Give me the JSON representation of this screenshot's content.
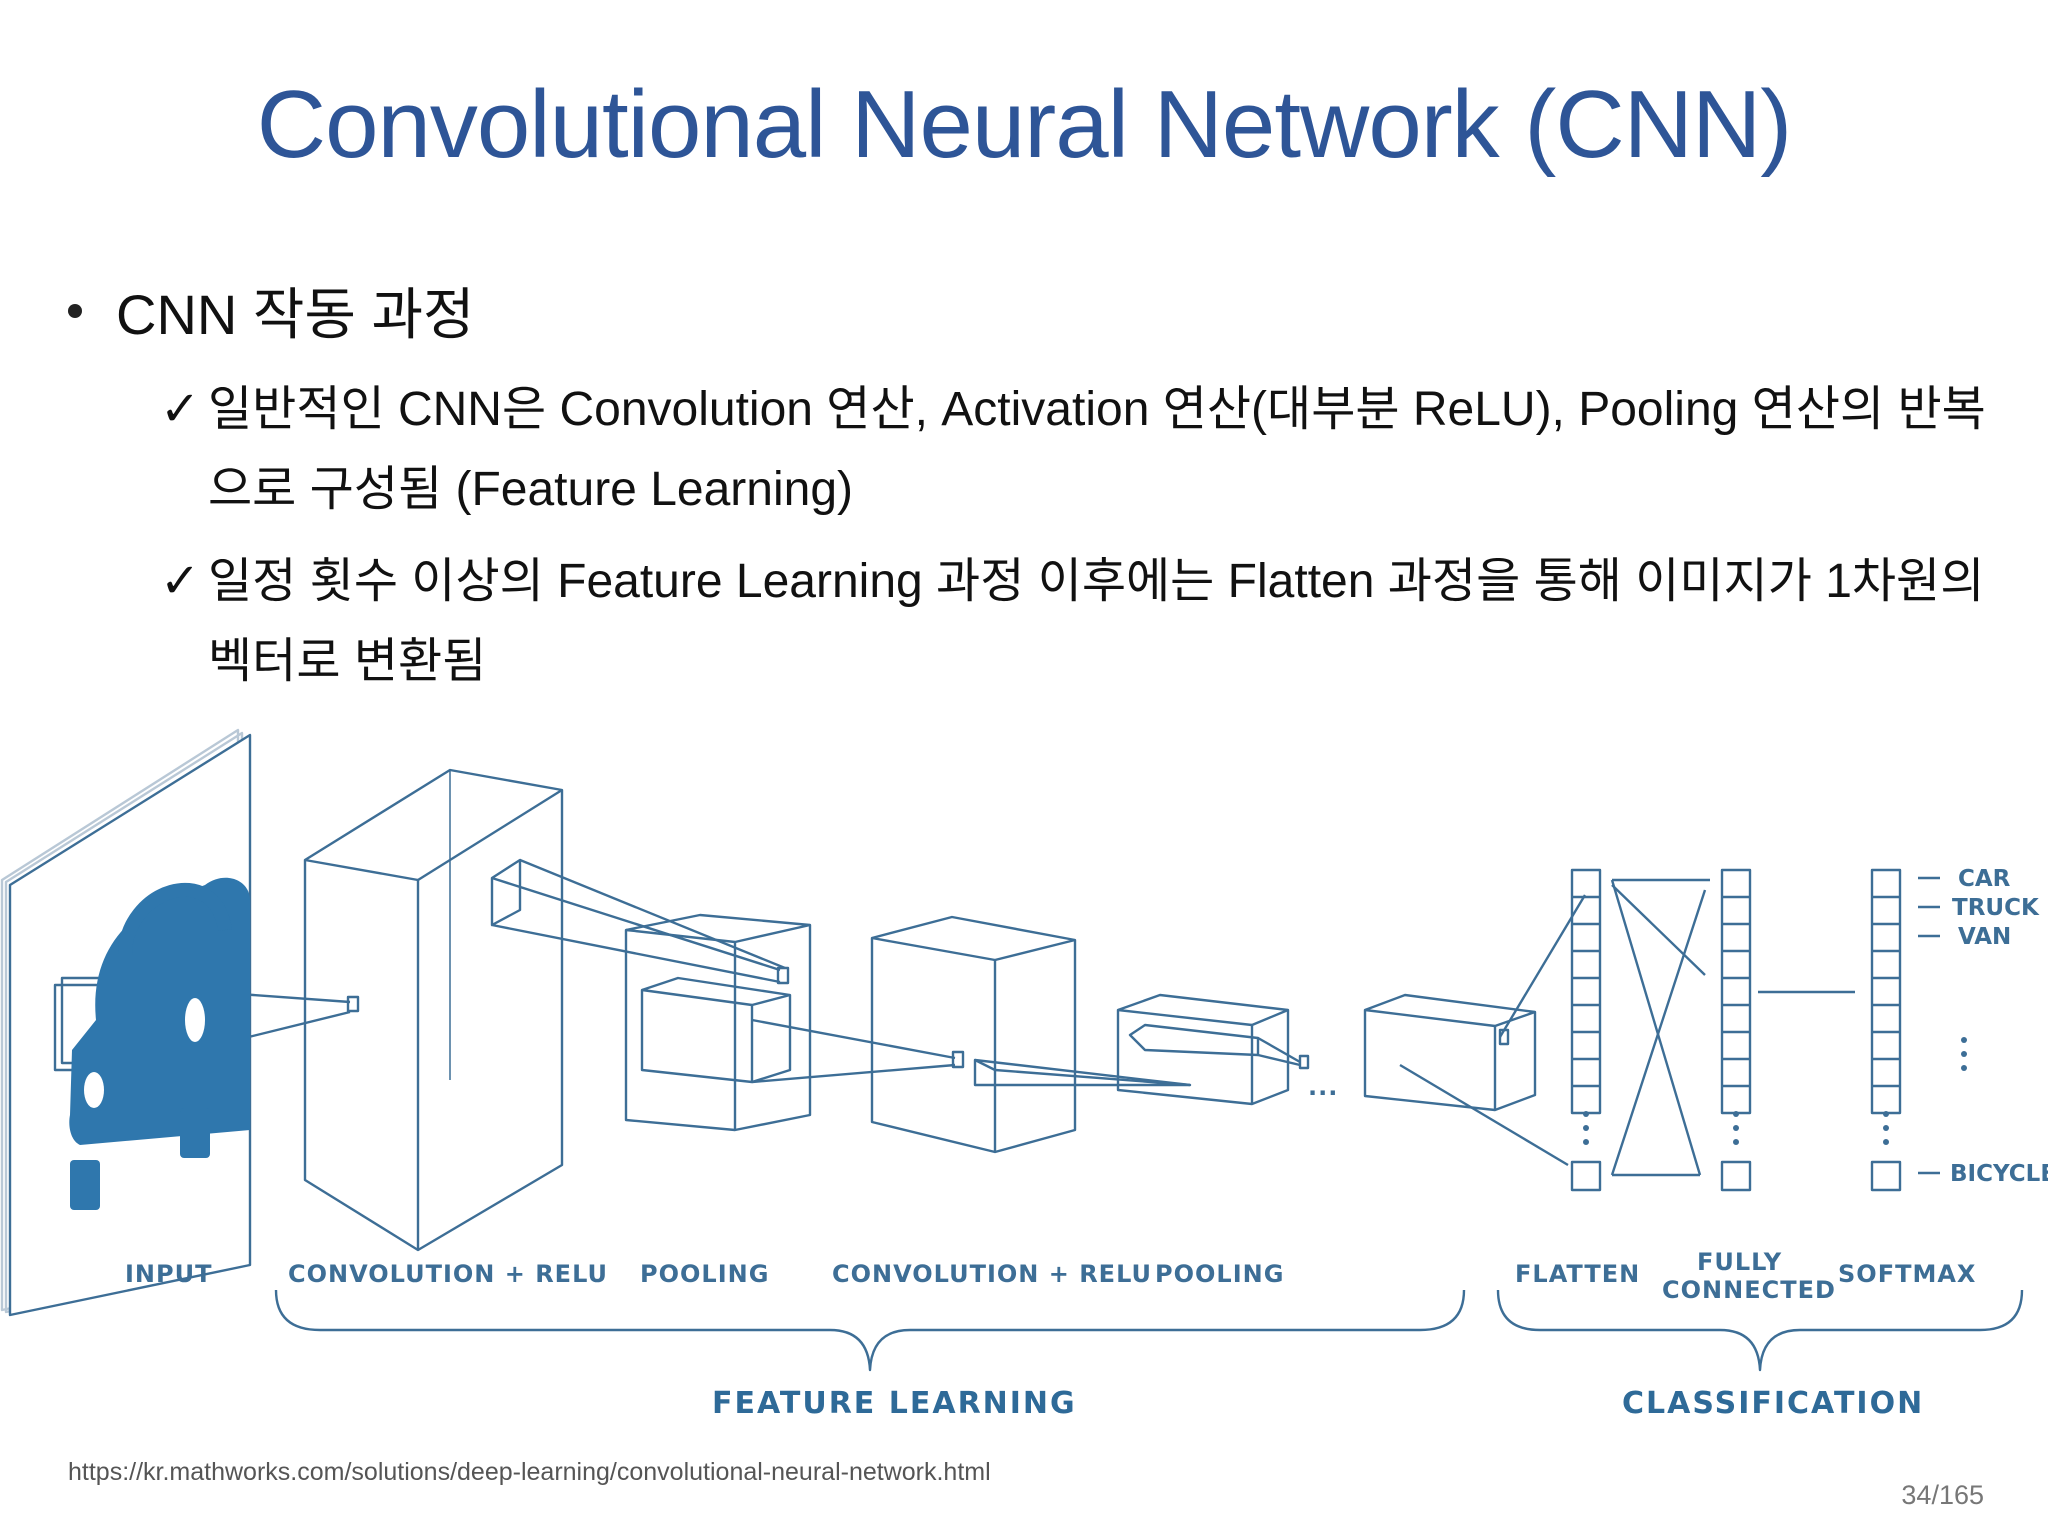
{
  "slide": {
    "title": "Convolutional Neural Network (CNN)",
    "bullet": "CNN 작동 과정",
    "check_mark": "✓",
    "subpoints": [
      "일반적인 CNN은 Convolution 연산, Activation 연산(대부분 ReLU), Pooling 연산의 반복으로 구성됨 (Feature Learning)",
      "일정 횟수 이상의 Feature Learning 과정 이후에는 Flatten 과정을 통해 이미지가 1차원의 벡터로 변환됨"
    ],
    "source_url": "https://kr.mathworks.com/solutions/deep-learning/convolutional-neural-network.html",
    "page_number": "34/165"
  },
  "diagram": {
    "stage_labels": {
      "input": "INPUT",
      "conv_relu_1": "CONVOLUTION + RELU",
      "pooling_1": "POOLING",
      "conv_relu_2": "CONVOLUTION + RELU",
      "pooling_2": "POOLING",
      "flatten": "FLATTEN",
      "fully_line1": "FULLY",
      "fully_line2": "CONNECTED",
      "softmax": "SOFTMAX"
    },
    "group_labels": {
      "feature_learning": "FEATURE LEARNING",
      "classification": "CLASSIFICATION"
    },
    "ellipsis": "...",
    "output_classes": [
      "CAR",
      "TRUCK",
      "VAN",
      "BICYCLE"
    ],
    "colors": {
      "line": "#3D6E96",
      "car": "#2F77AD",
      "title": "#2E5597"
    }
  }
}
